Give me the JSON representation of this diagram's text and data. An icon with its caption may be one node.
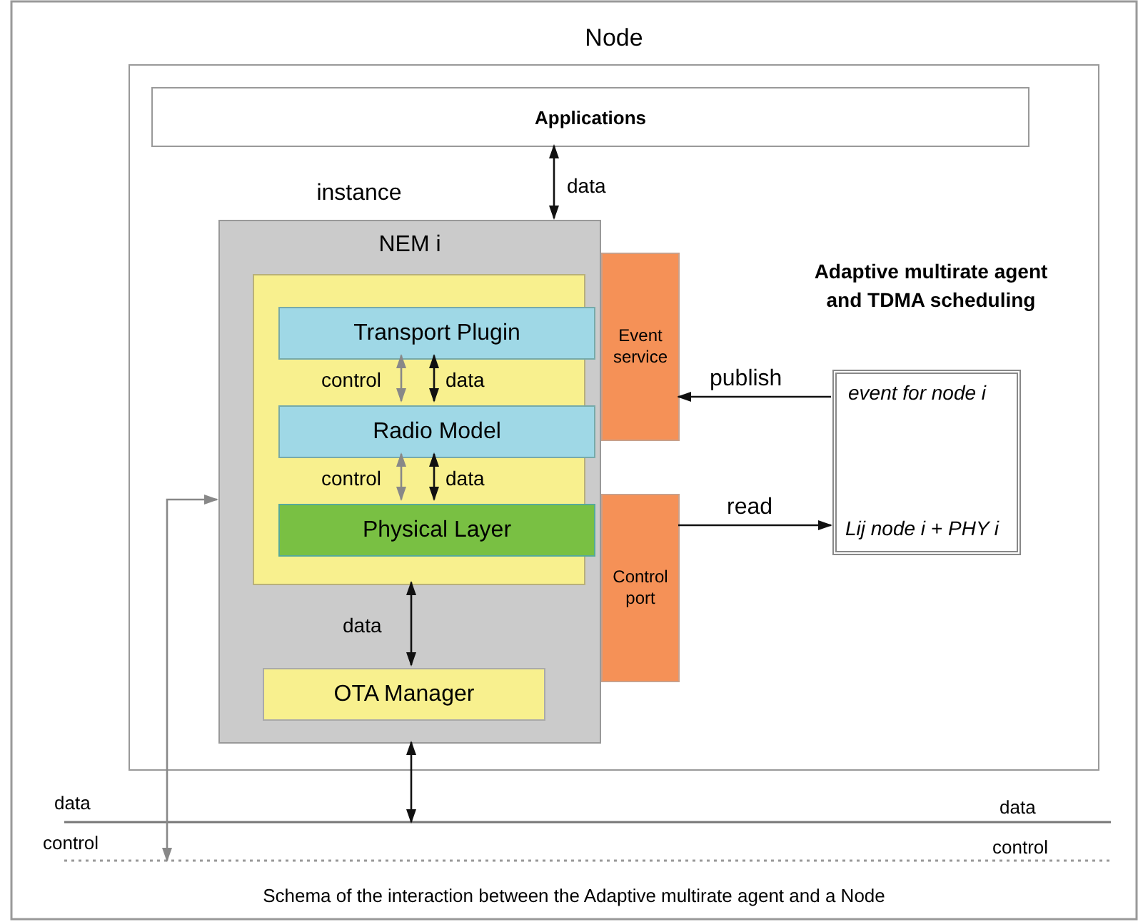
{
  "diagram": {
    "caption": "Schema of the interaction between the Adaptive multirate agent and a Node",
    "nodes": [
      {
        "text": [
          "Node"
        ]
      },
      {
        "text": [
          "Applications"
        ],
        "in": 0
      },
      {
        "text": [
          "instance",
          "NEM i"
        ],
        "in": 0
      },
      {
        "text": [],
        "shape": "box",
        "in": 2
      },
      {
        "text": [
          "Transport Plugin"
        ],
        "in": 3
      },
      {
        "text": [
          "Radio Model"
        ],
        "in": 3
      },
      {
        "text": [
          "Physical Layer"
        ],
        "in": 3
      },
      {
        "text": [
          "OTA Manager"
        ],
        "in": 2
      },
      {
        "text": [
          "Event service"
        ],
        "in": 0
      },
      {
        "text": [
          "Control port"
        ],
        "in": 0
      },
      {
        "text": [
          "Adaptive multirate agent and TDMA scheduling",
          "event for node i",
          "Lij node i + PHY i"
        ],
        "in": 0
      }
    ],
    "labels": [
      "data",
      "data",
      "control",
      "control"
    ],
    "edges": [
      {
        "from": 1,
        "to": 2,
        "arrow": "both",
        "label": "data"
      },
      {
        "from": 4,
        "to": 5,
        "arrow": "both",
        "label": "control",
        "color": "#888888"
      },
      {
        "from": 4,
        "to": 5,
        "arrow": "both",
        "label": "data"
      },
      {
        "from": 5,
        "to": 6,
        "arrow": "both",
        "label": "control",
        "color": "#888888"
      },
      {
        "from": 5,
        "to": 6,
        "arrow": "both",
        "label": "data"
      },
      {
        "from": 3,
        "to": 7,
        "arrow": "both",
        "label": "data"
      },
      {
        "from": 10,
        "to": 8,
        "arrow": "to",
        "label": "publish"
      },
      {
        "from": 9,
        "to": 10,
        "arrow": "to",
        "label": "read"
      },
      {
        "from": 2,
        "to": null,
        "arrow": "both"
      },
      {
        "from": null,
        "to": 2,
        "arrow": "both",
        "color": "#888888"
      }
    ]
  }
}
